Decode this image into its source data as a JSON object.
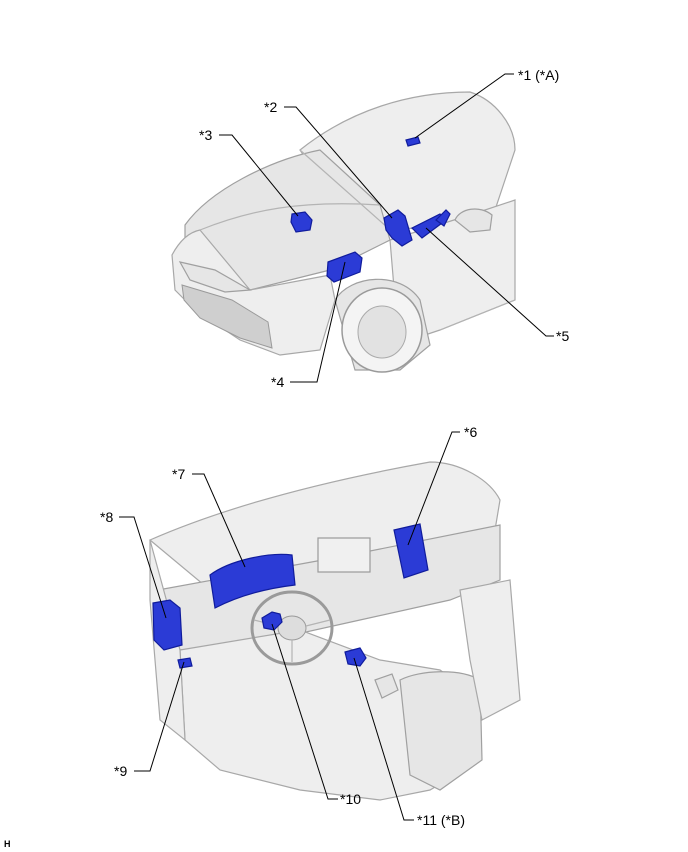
{
  "callouts": {
    "c1": "*1",
    "c1_note": "(*A)",
    "c2": "*2",
    "c3": "*3",
    "c4": "*4",
    "c5": "*5",
    "c6": "*6",
    "c7": "*7",
    "c8": "*8",
    "c9": "*9",
    "c10": "*10",
    "c11": "*11",
    "c11_note": "(*B)"
  },
  "footer_code": "H",
  "colors": {
    "component_highlight": "#2b3bd6",
    "vehicle_body": "#eeeeee",
    "leader_line": "#000000"
  }
}
